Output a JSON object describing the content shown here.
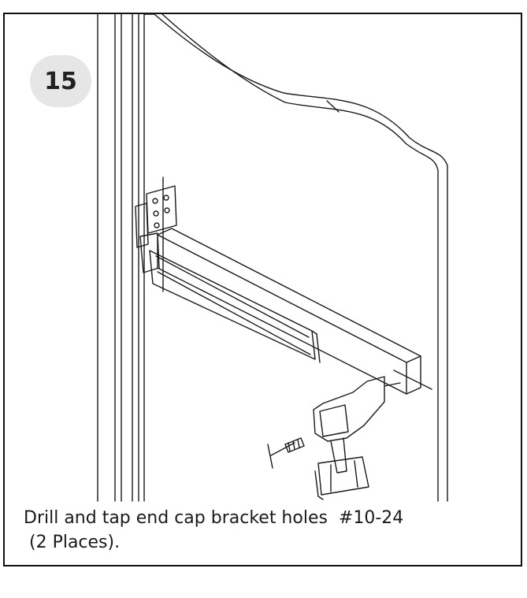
{
  "step": {
    "number": "15"
  },
  "caption": {
    "line1": "Drill and tap end cap bracket holes  #10-24",
    "line2": " (2 Places)."
  },
  "illustration": {
    "icons": [
      "door-frame-icon",
      "door-panel-icon",
      "hinge-bracket-icon",
      "exit-device-icon",
      "cordless-drill-icon",
      "tap-wrench-icon"
    ],
    "line_color": "#1a1a1a",
    "badge_color": "#e6e6e6"
  }
}
